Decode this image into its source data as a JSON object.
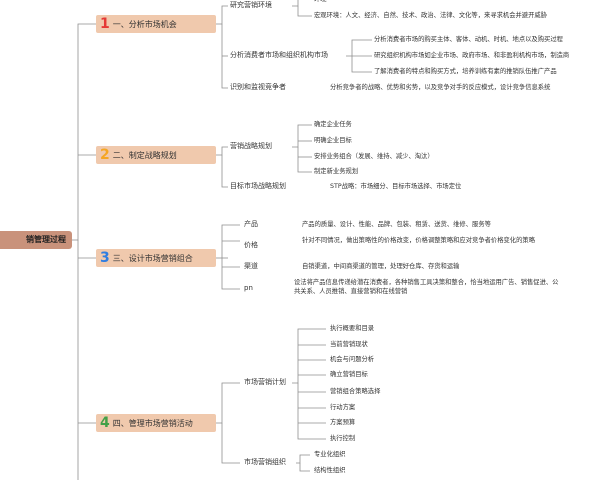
{
  "root": {
    "label": "销管理过程"
  },
  "branches": [
    {
      "number": "1",
      "label": "一、分析市场机会"
    },
    {
      "number": "2",
      "label": "二、制定战略规划"
    },
    {
      "number": "3",
      "label": "三、设计市场营销组合"
    },
    {
      "number": "4",
      "label": "四、管理市场营销活动"
    }
  ],
  "b1": {
    "env": {
      "label": "研究营销环境",
      "micro": "环境",
      "macro": "宏观环境：人文、经济、自然、技术、政治、法律、文化等，来寻求机会并避开威胁"
    },
    "consumer": {
      "label": "分析消费者市场和组织机构市场",
      "items": [
        "分析消费者市场的购买主体、客体、动机、时机、地点以及购买过程",
        "研究组织机构市场如企业市场、政府市场、和非盈利机构市场，制造商",
        "了解消费者的特点和购买方式，培养训练有素的推销队伍推广产品"
      ]
    },
    "competitor": {
      "label": "识别和监视竞争者",
      "desc": "分析竞争者的战略、优势和劣势，以及竞争对手的反应模式，设计竞争信息系统"
    }
  },
  "b2": {
    "plan": {
      "label": "营销战略规划",
      "items": [
        "确定企业任务",
        "明确企业目标",
        "安排业务组合（发展、维持、减少、淘汰）",
        "制定新业务规划"
      ]
    },
    "target": {
      "label": "目标市场战略规划",
      "desc": "STP战略：市场细分、目标市场选择、市场定位"
    }
  },
  "b3": {
    "items": [
      {
        "label": "产品",
        "desc": "产品的质量、设计、性能、品牌、包装、租赁、送货、维修、服务等"
      },
      {
        "label": "价格",
        "desc": "针对不同情况，做出策略性的价格改变，价格调整策略和应对竞争者价格变化的策略"
      },
      {
        "label": "渠道",
        "desc": "自销渠道，中间商渠道的管理，处理好仓库、存货和运输"
      },
      {
        "label": "pn",
        "desc": "设法将产品信息传递给潜在消费者，各种销售工具决策和整合，恰当地运用广告、销售促进、公共关系、人员推销、直接营销和在线营销"
      }
    ]
  },
  "b4": {
    "plan": {
      "label": "市场营销计划",
      "items": [
        "执行概要和目录",
        "当前营销现状",
        "机会与问题分析",
        "确立营销目标",
        "营销组合策略选择",
        "行动方案",
        "方案预算",
        "执行控制"
      ]
    },
    "org": {
      "label": "市场营销组织",
      "items": [
        "专业化组织",
        "结构性组织"
      ]
    }
  },
  "colors": {
    "line": "#8f8f8f",
    "root_fill": "#c9927b",
    "branch_fill": "#f0c9ad",
    "num1": "#e53935",
    "num2": "#f5a623",
    "num3": "#2f7de1",
    "num4": "#43a047"
  }
}
